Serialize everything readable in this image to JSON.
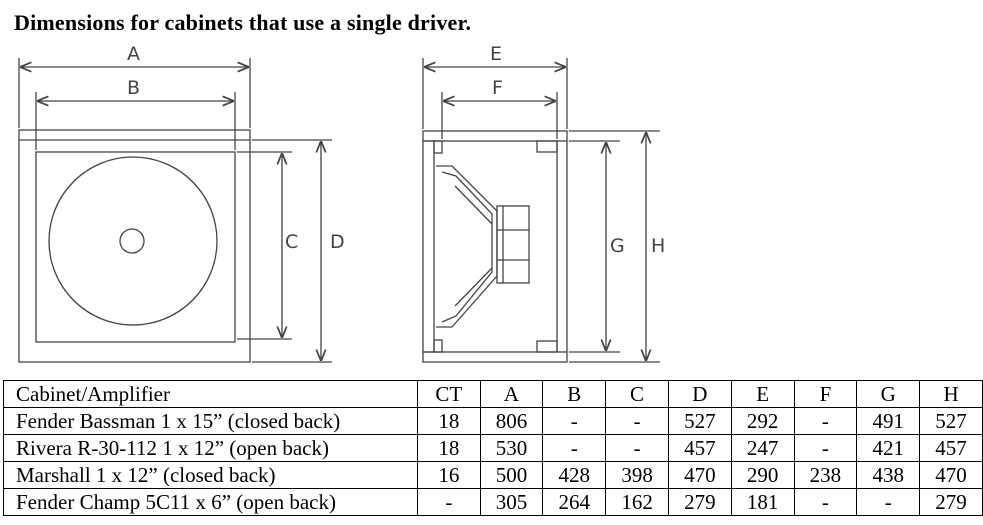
{
  "title": "Dimensions for cabinets that use a single driver.",
  "diagram": {
    "front_labels": {
      "A": "A",
      "B": "B",
      "C": "C",
      "D": "D"
    },
    "side_labels": {
      "E": "E",
      "F": "F",
      "G": "G",
      "H": "H"
    }
  },
  "table": {
    "headers": [
      "Cabinet/Amplifier",
      "CT",
      "A",
      "B",
      "C",
      "D",
      "E",
      "F",
      "G",
      "H"
    ],
    "rows": [
      [
        "Fender Bassman 1 x 15”  (closed back)",
        "18",
        "806",
        "-",
        "-",
        "527",
        "292",
        "-",
        "491",
        "527"
      ],
      [
        "Rivera R-30-112 1 x 12” (open back)",
        "18",
        "530",
        "-",
        "-",
        "457",
        "247",
        "-",
        "421",
        "457"
      ],
      [
        "Marshall 1 x 12” (closed back)",
        "16",
        "500",
        "428",
        "398",
        "470",
        "290",
        "238",
        "438",
        "470"
      ],
      [
        "Fender Champ 5C11 x 6”  (open back)",
        "-",
        "305",
        "264",
        "162",
        "279",
        "181",
        "-",
        "-",
        "279"
      ]
    ]
  }
}
